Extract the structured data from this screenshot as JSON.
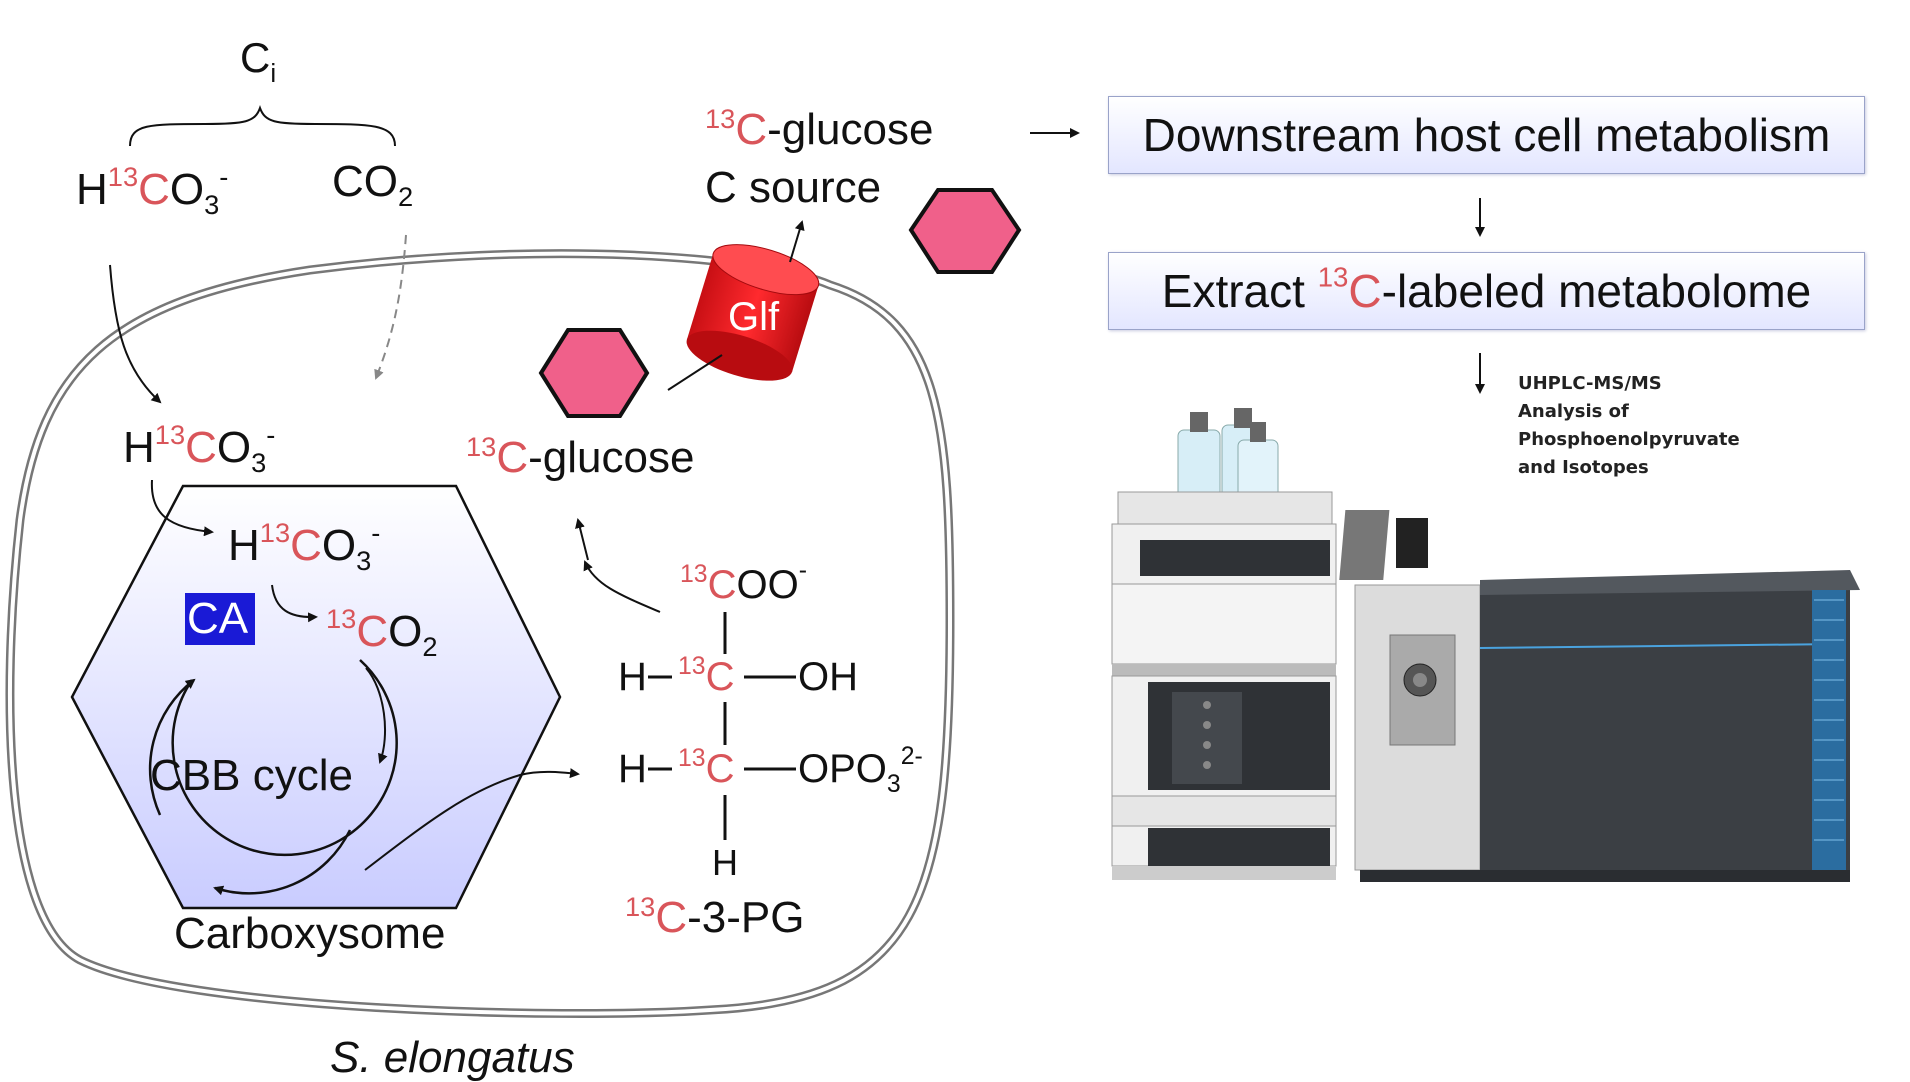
{
  "ci_label": {
    "main": "C",
    "sub": "i"
  },
  "outside_bicarbonate": {
    "h": "H",
    "iso": "13",
    "c": "C",
    "o": "O",
    "sub": "3",
    "sup": "-"
  },
  "outside_co2": {
    "main": "CO",
    "sub": "2"
  },
  "glucose_top": {
    "iso": "13",
    "c": "C",
    "rest": "-glucose"
  },
  "c_source": "C source",
  "transporter": "Glf",
  "inside_bicarbonate": {
    "h": "H",
    "iso": "13",
    "c": "C",
    "o": "O",
    "sub": "3",
    "sup": "-"
  },
  "carboxysome_bicarbonate": {
    "h": "H",
    "iso": "13",
    "c": "C",
    "o": "O",
    "sub": "3",
    "sup": "-"
  },
  "ca_label": "CA",
  "carboxysome_co2": {
    "iso": "13",
    "c": "C",
    "o": "O",
    "sub": "2"
  },
  "cbb_cycle": "CBB cycle",
  "carboxysome_label": "Carboxysome",
  "inside_glucose": {
    "iso": "13",
    "c": "C",
    "rest": "-glucose"
  },
  "pg_structure": {
    "coo": {
      "iso": "13",
      "c": "C",
      "rest": "OO",
      "sup": "-"
    },
    "row1": {
      "h": "H",
      "iso": "13",
      "c": "C",
      "right": "OH"
    },
    "row2": {
      "h": "H",
      "iso": "13",
      "c": "C",
      "right": "OPO",
      "sub": "3",
      "sup": "2-"
    },
    "bottom_h": "H"
  },
  "pg_label": {
    "iso": "13",
    "c": "C",
    "rest": "-3-PG"
  },
  "organism": "S. elongatus",
  "box1": "Downstream host cell metabolism",
  "box2": {
    "pre": "Extract ",
    "iso": "13",
    "c": "C",
    "post": "-labeled metabolome"
  },
  "analysis_note": [
    "UHPLC-MS/MS",
    "Analysis of",
    "Phosphoenolpyruvate",
    "and Isotopes"
  ],
  "colors": {
    "label_red": "#d9555a",
    "glucose_fill": "#f0608a",
    "glf_red": "#e8171c",
    "ca_blue": "#1a1ad6"
  }
}
